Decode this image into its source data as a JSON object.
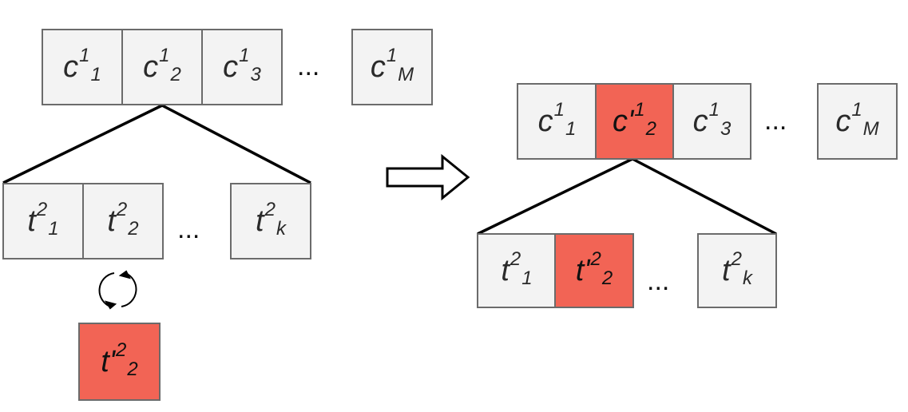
{
  "left": {
    "top_row": [
      {
        "base": "c",
        "sup": "1",
        "sub": "1"
      },
      {
        "base": "c",
        "sup": "1",
        "sub": "2"
      },
      {
        "base": "c",
        "sup": "1",
        "sub": "3"
      },
      {
        "base": "c",
        "sup": "1",
        "sub": "M"
      }
    ],
    "bottom_row": [
      {
        "base": "t",
        "sup": "2",
        "sub": "1"
      },
      {
        "base": "t",
        "sup": "2",
        "sub": "2"
      },
      {
        "base": "t",
        "sup": "2",
        "sub": "k"
      }
    ],
    "replacement": {
      "base": "t'",
      "sup": "2",
      "sub": "2"
    },
    "ellipsis": "..."
  },
  "right": {
    "top_row": [
      {
        "base": "c",
        "sup": "1",
        "sub": "1"
      },
      {
        "base": "c'",
        "sup": "1",
        "sub": "2"
      },
      {
        "base": "c",
        "sup": "1",
        "sub": "3"
      },
      {
        "base": "c",
        "sup": "1",
        "sub": "M"
      }
    ],
    "bottom_row": [
      {
        "base": "t",
        "sup": "2",
        "sub": "1"
      },
      {
        "base": "t'",
        "sup": "2",
        "sub": "2"
      },
      {
        "base": "t",
        "sup": "2",
        "sub": "k"
      }
    ],
    "ellipsis": "..."
  },
  "colors": {
    "highlight": "#f26455",
    "box_fill": "#f3f3f3",
    "box_border": "#6b6b6b",
    "line": "#000000"
  },
  "icons": {
    "swap": "swap-cycle-icon",
    "transform": "right-arrow-icon"
  }
}
